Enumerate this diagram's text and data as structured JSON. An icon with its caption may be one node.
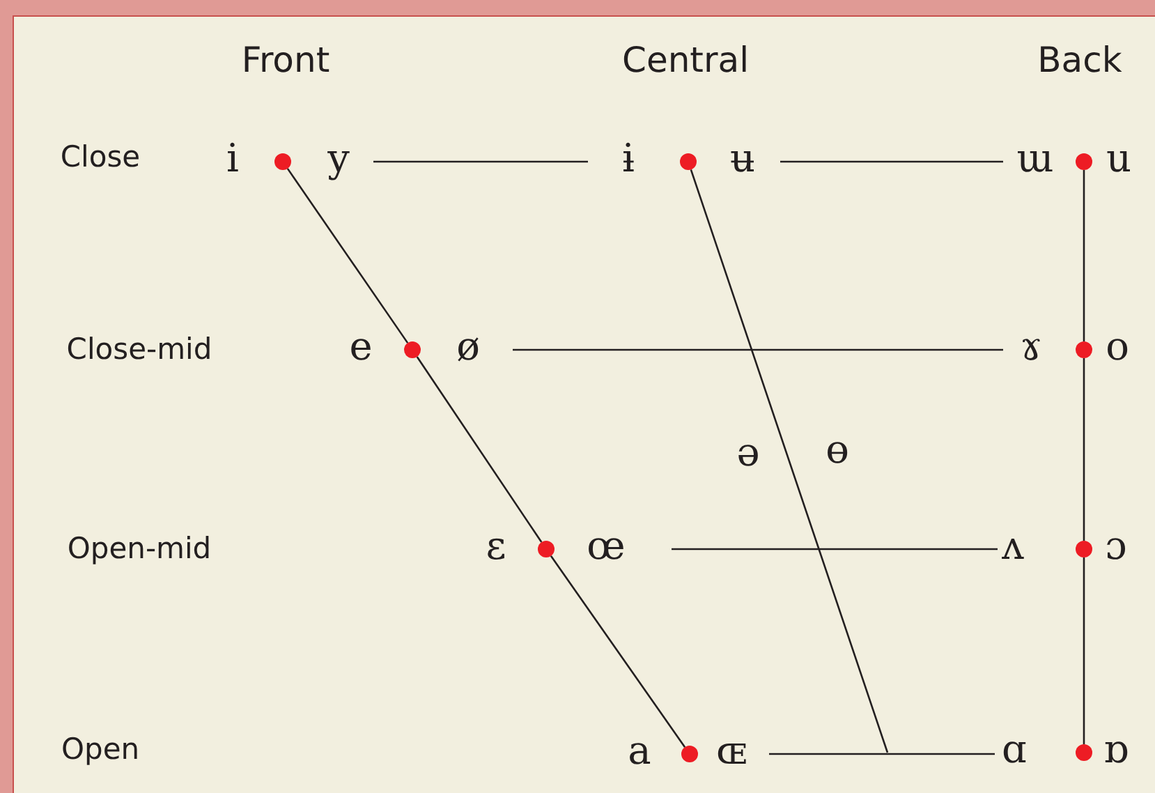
{
  "diagram": {
    "nodes": [
      {
        "text": [
          "i",
          "y"
        ]
      },
      {
        "text": [
          "ɨ",
          "ʉ"
        ]
      },
      {
        "text": [
          "ɯ",
          "u"
        ]
      },
      {
        "text": [
          "e",
          "ø"
        ]
      },
      {
        "text": [
          "ɤ",
          "o"
        ]
      },
      {
        "text": [
          "ɛ",
          "œ"
        ]
      },
      {
        "text": [
          "ʌ",
          "ɔ"
        ]
      },
      {
        "text": [
          "a",
          "ɶ"
        ]
      },
      {
        "text": [
          "ɑ",
          "ɒ"
        ]
      }
    ],
    "edges": [
      {
        "from": 0,
        "to": 1,
        "arrow": "none"
      },
      {
        "from": 1,
        "to": 2,
        "arrow": "none"
      },
      {
        "from": 0,
        "to": 3,
        "arrow": "none"
      },
      {
        "from": 1,
        "to": null,
        "arrow": "none"
      },
      {
        "from": 2,
        "to": 4,
        "arrow": "none"
      },
      {
        "from": 3,
        "to": 4,
        "arrow": "none"
      },
      {
        "from": 3,
        "to": 5,
        "arrow": "none"
      },
      {
        "from": 4,
        "to": 6,
        "arrow": "none"
      },
      {
        "from": 5,
        "to": 6,
        "arrow": "none"
      },
      {
        "from": 5,
        "to": 7,
        "arrow": "none"
      },
      {
        "from": 6,
        "to": 8,
        "arrow": "none"
      },
      {
        "from": 7,
        "to": 8,
        "arrow": "none"
      }
    ],
    "labels": [
      "Front",
      "Central",
      "Back",
      "Close",
      "Close-mid",
      "ə",
      "ɵ",
      "Open-mid",
      "Open"
    ]
  }
}
